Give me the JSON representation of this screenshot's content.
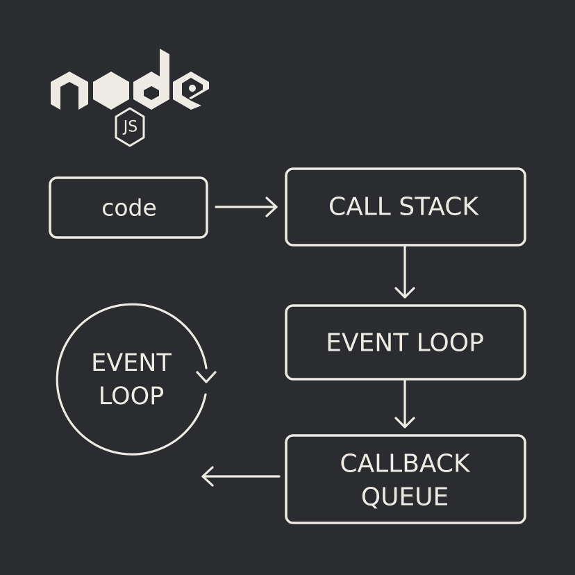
{
  "logo": {
    "wordmark": "node",
    "badge": "JS"
  },
  "colors": {
    "background": "#2b2c30",
    "foreground": "#eeebe4"
  },
  "nodes": {
    "code": "code",
    "call_stack": "CALL STACK",
    "event_loop_box": "EVENT LOOP",
    "callback_queue_line1": "CALLBACK",
    "callback_queue_line2": "QUEUE",
    "event_loop_circle_line1": "EVENT",
    "event_loop_circle_line2": "LOOP"
  },
  "edges": [
    {
      "from": "code",
      "to": "call_stack"
    },
    {
      "from": "call_stack",
      "to": "event_loop_box"
    },
    {
      "from": "event_loop_box",
      "to": "callback_queue"
    },
    {
      "from": "callback_queue",
      "to": "event_loop_circle"
    }
  ]
}
